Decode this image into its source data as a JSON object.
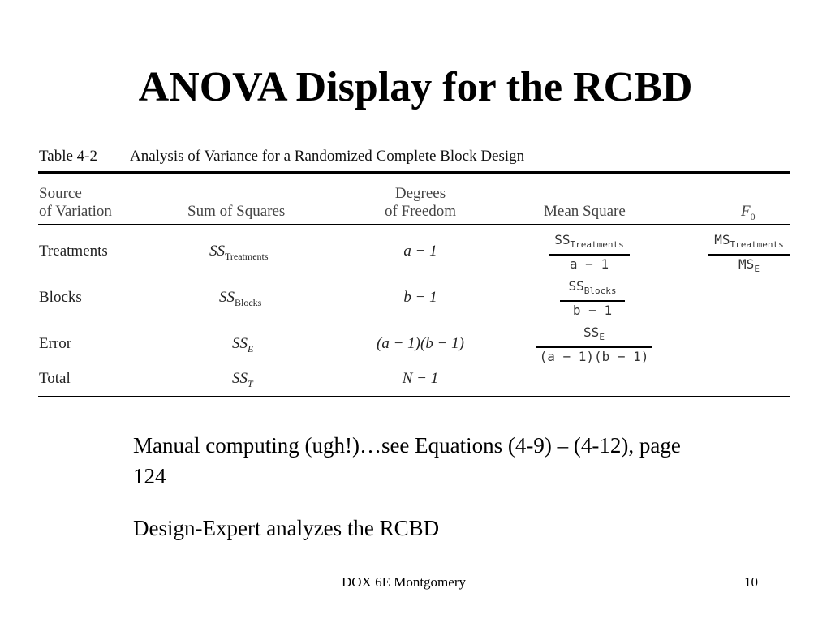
{
  "slide": {
    "title": "ANOVA Display for the RCBD",
    "table": {
      "number": "Table 4-2",
      "caption": "Analysis of Variance for a Randomized Complete Block Design",
      "headers": {
        "source_line1": "Source",
        "source_line2": "of Variation",
        "ss": "Sum of Squares",
        "df_line1": "Degrees",
        "df_line2": "of Freedom",
        "ms": "Mean Square",
        "f_main": "F",
        "f_sub": "0"
      },
      "rows": [
        {
          "source": "Treatments",
          "ss_main": "SS",
          "ss_sub": "Treatments",
          "df": "a − 1",
          "ms_num_main": "SS",
          "ms_num_sub": "Treatments",
          "ms_den": "a − 1",
          "f_num_main": "MS",
          "f_num_sub": "Treatments",
          "f_den_main": "MS",
          "f_den_sub": "E"
        },
        {
          "source": "Blocks",
          "ss_main": "SS",
          "ss_sub": "Blocks",
          "df": "b − 1",
          "ms_num_main": "SS",
          "ms_num_sub": "Blocks",
          "ms_den": "b − 1"
        },
        {
          "source": "Error",
          "ss_main": "SS",
          "ss_sub": "E",
          "df": "(a − 1)(b − 1)",
          "ms_num_main": "SS",
          "ms_num_sub": "E",
          "ms_den": "(a − 1)(b − 1)"
        },
        {
          "source": "Total",
          "ss_main": "SS",
          "ss_sub": "T",
          "df": "N − 1"
        }
      ]
    },
    "body": [
      "Manual computing (ugh!)…see Equations (4-9) – (4-12), page 124",
      "Design-Expert analyzes the RCBD"
    ],
    "footer": {
      "center": "DOX 6E Montgomery",
      "page": "10"
    }
  }
}
